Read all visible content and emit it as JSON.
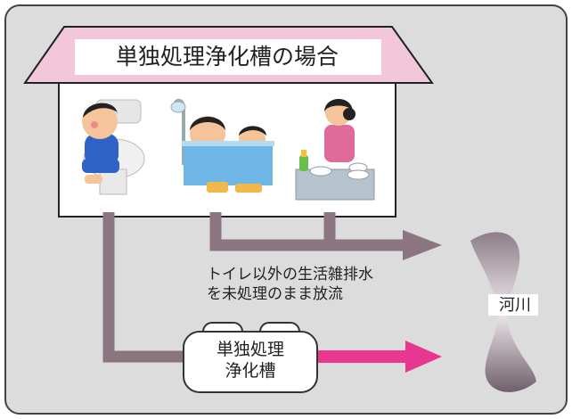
{
  "title": "単独処理浄化槽の場合",
  "caption": {
    "line1": "トイレ以外の生活雑排水",
    "line2": "を未処理のまま放流"
  },
  "tank": {
    "line1": "単独処理",
    "line2": "浄化槽"
  },
  "river": "河川",
  "colors": {
    "background_panel": "#dcdcdc",
    "border": "#333333",
    "roof": "#f2c7da",
    "pipe": "#8b7580",
    "pink_arrow": "#e8378e",
    "river": "#7a6a74"
  },
  "icons": [
    "toilet-person-icon",
    "bath-people-icon",
    "kitchen-person-icon"
  ]
}
